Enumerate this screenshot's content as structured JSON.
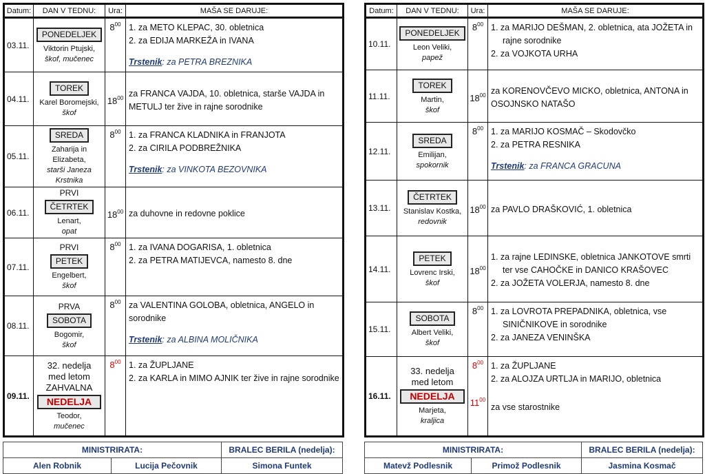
{
  "headers": {
    "datum": "Datum:",
    "dan": "DAN V TEDNU:",
    "ura": "Ura:",
    "masa": "MAŠA SE DARUJE:"
  },
  "weeks": [
    {
      "days": [
        {
          "date": "03.11.",
          "pre": [],
          "day": "PONEDELJEK",
          "saint": [
            {
              "text": "Viktorin Ptujski,"
            },
            {
              "text": "škof, mučenec",
              "italic": true
            }
          ],
          "masses": [
            {
              "time": "8",
              "min": "00",
              "items": [
                "1. za METO KLEPAC, 30. obletnica",
                "2. za EDIJA MARKEŽA in IVANA"
              ]
            }
          ],
          "trstenik": {
            "label": "Trstenik",
            "text": ": za PETRA BREZNIKA"
          }
        },
        {
          "date": "04.11.",
          "pre": [],
          "day": "TOREK",
          "saint": [
            {
              "text": "Karel Boromejski,"
            },
            {
              "text": "škof",
              "italic": true
            }
          ],
          "masses": [
            {
              "time": "18",
              "min": "00",
              "items": [
                "za FRANCA VAJDA, 10. obletnica, starše VAJDA in METULJ ter žive in rajne sorodnike"
              ]
            }
          ]
        },
        {
          "date": "05.11.",
          "pre": [],
          "day": "SREDA",
          "saint": [
            {
              "text": "Zaharija in Elizabeta,"
            },
            {
              "text": "starši Janeza Krstnika",
              "italic": true
            }
          ],
          "masses": [
            {
              "time": "8",
              "min": "00",
              "items": [
                "1. za FRANCA KLADNIKA in FRANJOTA",
                "2. za CIRILA PODBREŽNIKA"
              ]
            }
          ],
          "trstenik": {
            "label": "Trstenik",
            "text": ": za VINKOTA BEZOVNIKA"
          }
        },
        {
          "date": "06.11.",
          "pre": [
            "PRVI"
          ],
          "day": "ČETRTEK",
          "saint": [
            {
              "text": "Lenart,"
            },
            {
              "text": "opat",
              "italic": true
            }
          ],
          "masses": [
            {
              "time": "18",
              "min": "00",
              "items": [
                "za duhovne in redovne poklice"
              ]
            }
          ]
        },
        {
          "date": "07.11.",
          "pre": [
            "PRVI"
          ],
          "day": "PETEK",
          "saint": [
            {
              "text": "Engelbert,"
            },
            {
              "text": "škof",
              "italic": true
            }
          ],
          "masses": [
            {
              "time": "8",
              "min": "00",
              "items": [
                "1. za IVANA DOGARISA, 1. obletnica",
                "2. za PETRA MATIJEVCA, namesto 8. dne"
              ]
            }
          ]
        },
        {
          "date": "08.11.",
          "pre": [
            "PRVA"
          ],
          "day": "SOBOTA",
          "saint": [
            {
              "text": "Bogomir,"
            },
            {
              "text": "škof",
              "italic": true
            }
          ],
          "masses": [
            {
              "time": "8",
              "min": "00",
              "items": [
                "za VALENTINA GOLOBA, obletnica, ANGELO in sorodnike"
              ]
            }
          ],
          "trstenik": {
            "label": "Trstenik",
            "text": ": za ALBINA MOLIČNIKA"
          }
        },
        {
          "date": "09.11.",
          "sunday": true,
          "pre": [
            "32. nedelja",
            "med letom",
            "ZAHVALNA"
          ],
          "day": "NEDELJA",
          "saint": [
            {
              "text": "Teodor,"
            },
            {
              "text": "mučenec",
              "italic": true
            }
          ],
          "masses": [
            {
              "time": "8",
              "min": "00",
              "red": true,
              "items": [
                "1. za ŽUPLJANE",
                "2. za KARLA in MIMO AJNIK ter žive in rajne sorodnike"
              ]
            }
          ]
        }
      ],
      "footer": {
        "ministrirata_label": "MINISTRIRATA:",
        "bralec_label": "BRALEC BERILA (nedelja):",
        "ministrant1": "Alen Robnik",
        "ministrant2": "Lucija Pečovnik",
        "bralec": "Simona Funtek"
      }
    },
    {
      "days": [
        {
          "date": "10.11.",
          "pre": [],
          "day": "PONEDELJEK",
          "saint": [
            {
              "text": "Leon Veliki,"
            },
            {
              "text": "papež",
              "italic": true
            }
          ],
          "masses": [
            {
              "time": "8",
              "min": "00",
              "items": [
                "1. za MARIJO DEŠMAN, 2. obletnica, ata JOŽETA in rajne sorodnike",
                "2. za VOJKOTA URHA"
              ]
            }
          ]
        },
        {
          "date": "11.11.",
          "pre": [],
          "day": "TOREK",
          "saint": [
            {
              "text": "Martin,"
            },
            {
              "text": "škof",
              "italic": true
            }
          ],
          "masses": [
            {
              "time": "18",
              "min": "00",
              "items": [
                "za KORENOVČEVO MICKO, obletnica, ANTONA in OSOJNSKO NATAŠO"
              ]
            }
          ]
        },
        {
          "date": "12.11.",
          "pre": [],
          "day": "SREDA",
          "saint": [
            {
              "text": "Emilijan,"
            },
            {
              "text": "spokornik",
              "italic": true
            }
          ],
          "masses": [
            {
              "time": "8",
              "min": "00",
              "items": [
                "1. za MARIJO KOSMAČ – Skodovčko",
                "2. za PETRA RESNIKA"
              ]
            }
          ],
          "trstenik": {
            "label": "Trstenik",
            "text": ": za FRANCA GRACUNA"
          }
        },
        {
          "date": "13.11.",
          "pre": [],
          "day": "ČETRTEK",
          "saint": [
            {
              "text": "Stanislav Kostka,"
            },
            {
              "text": "redovnik",
              "italic": true
            }
          ],
          "masses": [
            {
              "time": "18",
              "min": "00",
              "items": [
                "za PAVLO DRAŠKOVIĆ, 1. obletnica"
              ]
            }
          ]
        },
        {
          "date": "14.11.",
          "pre": [],
          "day": "PETEK",
          "saint": [
            {
              "text": "Lovrenc Irski,"
            },
            {
              "text": "škof",
              "italic": true
            }
          ],
          "masses": [
            {
              "time": "18",
              "min": "00",
              "items": [
                "1. za rajne LEDINSKE, obletnica JANKOTOVE smrti ter vse CAHOČKE in DANICO KRAŠOVEC",
                "2. za JOŽETA VOLERJA, namesto 8. dne"
              ]
            }
          ]
        },
        {
          "date": "15.11.",
          "pre": [],
          "day": "SOBOTA",
          "saint": [
            {
              "text": "Albert Veliki,"
            },
            {
              "text": "škof",
              "italic": true
            }
          ],
          "masses": [
            {
              "time": "8",
              "min": "00",
              "items": [
                "1. za LOVROTA PREPADNIKA, obletnica, vse SINIČNIKOVE in sorodnike",
                "2. za JANEZA VENINŠKA"
              ]
            }
          ]
        },
        {
          "date": "16.11.",
          "sunday": true,
          "pre": [
            "33. nedelja",
            "med letom"
          ],
          "day": "NEDELJA",
          "saint": [
            {
              "text": "Marjeta,"
            },
            {
              "text": "kraljica",
              "italic": true
            }
          ],
          "masses": [
            {
              "time": "8",
              "min": "00",
              "red": true,
              "items": [
                "1. za ŽUPLJANE",
                "2. za ALOJZA URTLJA in MARIJO, obletnica"
              ]
            },
            {
              "time": "11",
              "min": "00",
              "red": true,
              "items": [
                "za vse starostnike"
              ]
            }
          ]
        }
      ],
      "footer": {
        "ministrirata_label": "MINISTRIRATA:",
        "bralec_label": "BRALEC BERILA (nedelja):",
        "ministrant1": "Matevž Podlesnik",
        "ministrant2": "Primož Podlesnik",
        "bralec": "Jasmina Kosmač"
      }
    }
  ]
}
